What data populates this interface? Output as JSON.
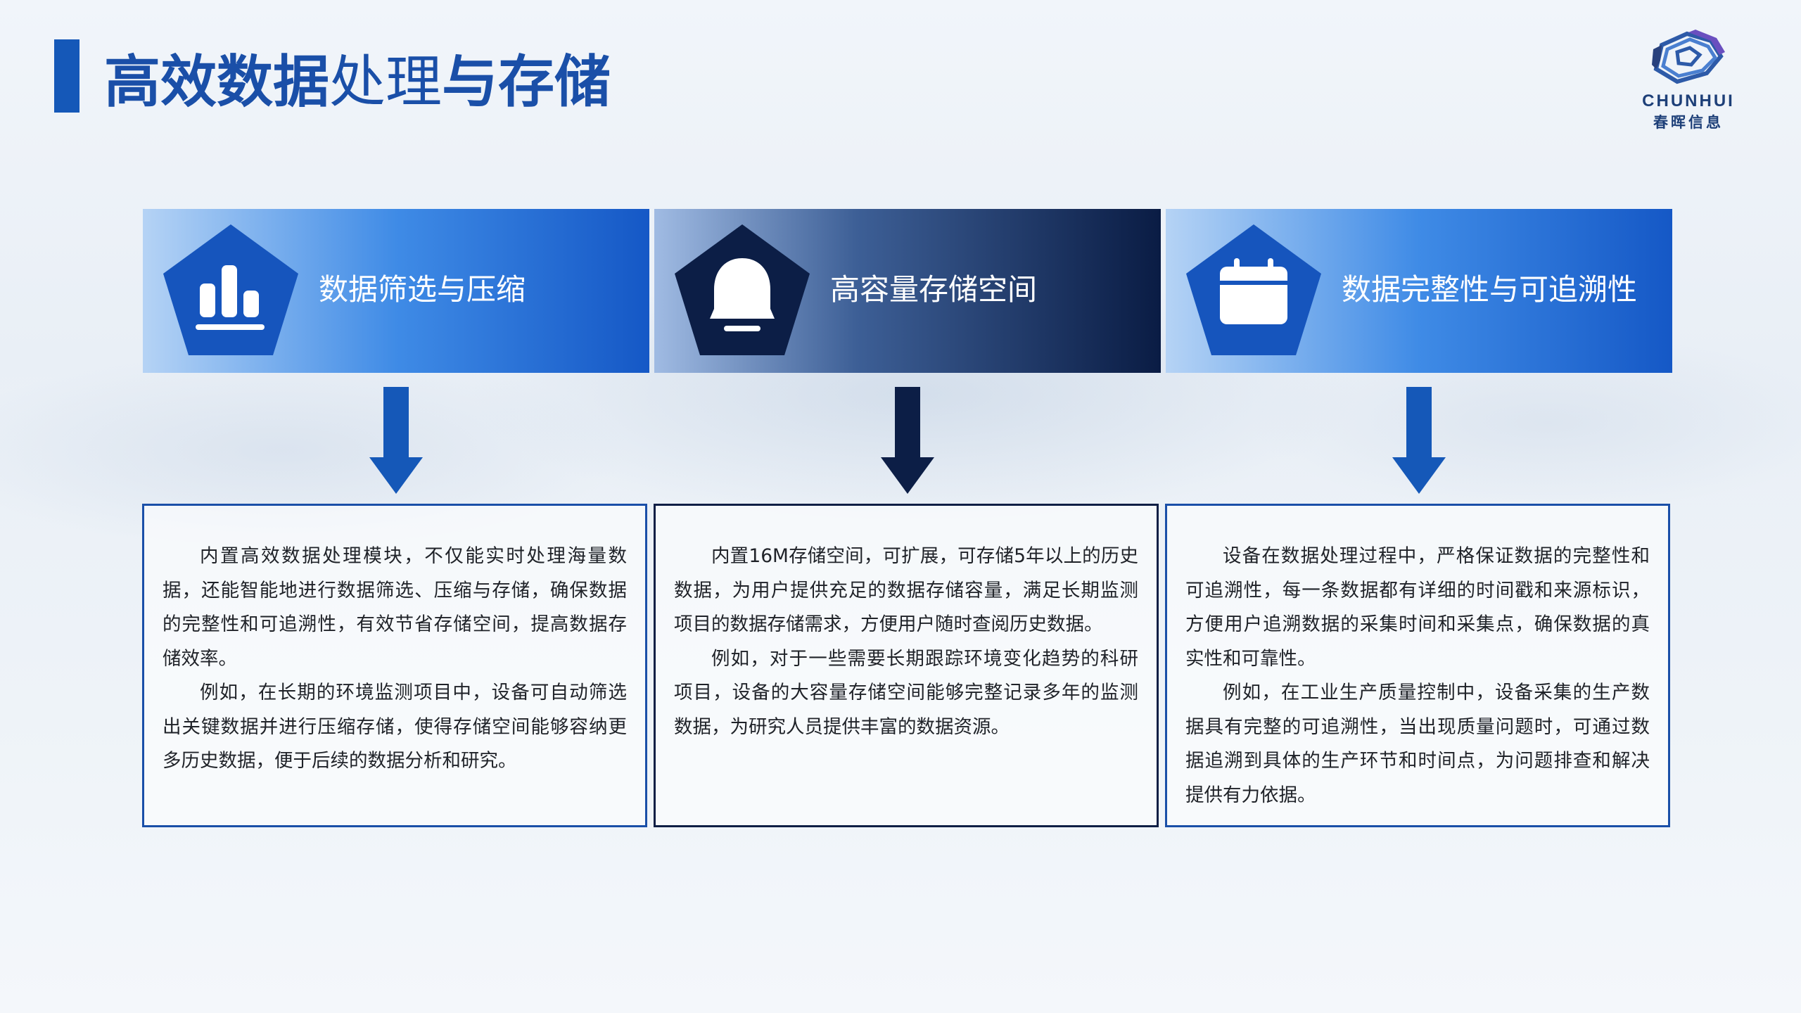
{
  "title": {
    "part1": "高效数据",
    "part2": "处理",
    "part3": "与存储"
  },
  "logo": {
    "en": "CHUNHUI",
    "cn": "春晖信息",
    "icon": "chunhui-logo-icon"
  },
  "columns": [
    {
      "icon": "bar-chart-icon",
      "heading": "数据筛选与压缩",
      "paragraphs": [
        "内置高效数据处理模块，不仅能实时处理海量数据，还能智能地进行数据筛选、压缩与存储，确保数据的完整性和可追溯性，有效节省存储空间，提高数据存储效率。",
        "例如，在长期的环境监测项目中，设备可自动筛选出关键数据并进行压缩存储，使得存储空间能够容纳更多历史数据，便于后续的数据分析和研究。"
      ]
    },
    {
      "icon": "bell-icon",
      "heading": "高容量存储空间",
      "paragraphs": [
        "内置16M存储空间，可扩展，可存储5年以上的历史数据，为用户提供充足的数据存储容量，满足长期监测项目的数据存储需求，方便用户随时查阅历史数据。",
        "例如，对于一些需要长期跟踪环境变化趋势的科研项目，设备的大容量存储空间能够完整记录多年的监测数据，为研究人员提供丰富的数据资源。"
      ]
    },
    {
      "icon": "calendar-icon",
      "heading": "数据完整性与可追溯性",
      "paragraphs": [
        "设备在数据处理过程中，严格保证数据的完整性和可追溯性，每一条数据都有详细的时间戳和来源标识，方便用户追溯数据的采集时间和采集点，确保数据的真实性和可靠性。",
        "例如，在工业生产质量控制中，设备采集的生产数据具有完整的可追溯性，当出现质量问题时，可通过数据追溯到具体的生产环节和时间点，为问题排查和解决提供有力依据。"
      ]
    }
  ],
  "colors": {
    "primary_blue": "#1558b8",
    "dark_navy": "#0e1f45",
    "text": "#1f2228"
  }
}
